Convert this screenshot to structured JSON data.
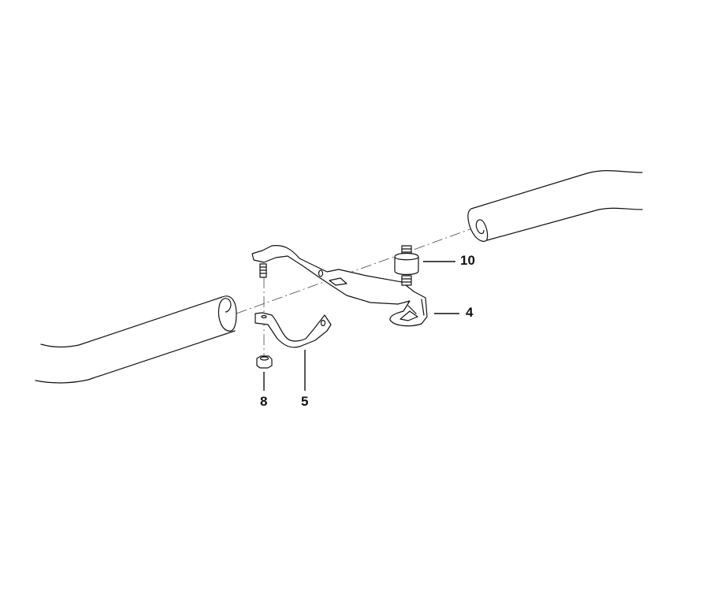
{
  "diagram": {
    "callouts": [
      {
        "id": "callout-10",
        "label": "10"
      },
      {
        "id": "callout-4",
        "label": "4"
      },
      {
        "id": "callout-8",
        "label": "8"
      },
      {
        "id": "callout-5",
        "label": "5"
      }
    ],
    "line_color": "#111111"
  }
}
